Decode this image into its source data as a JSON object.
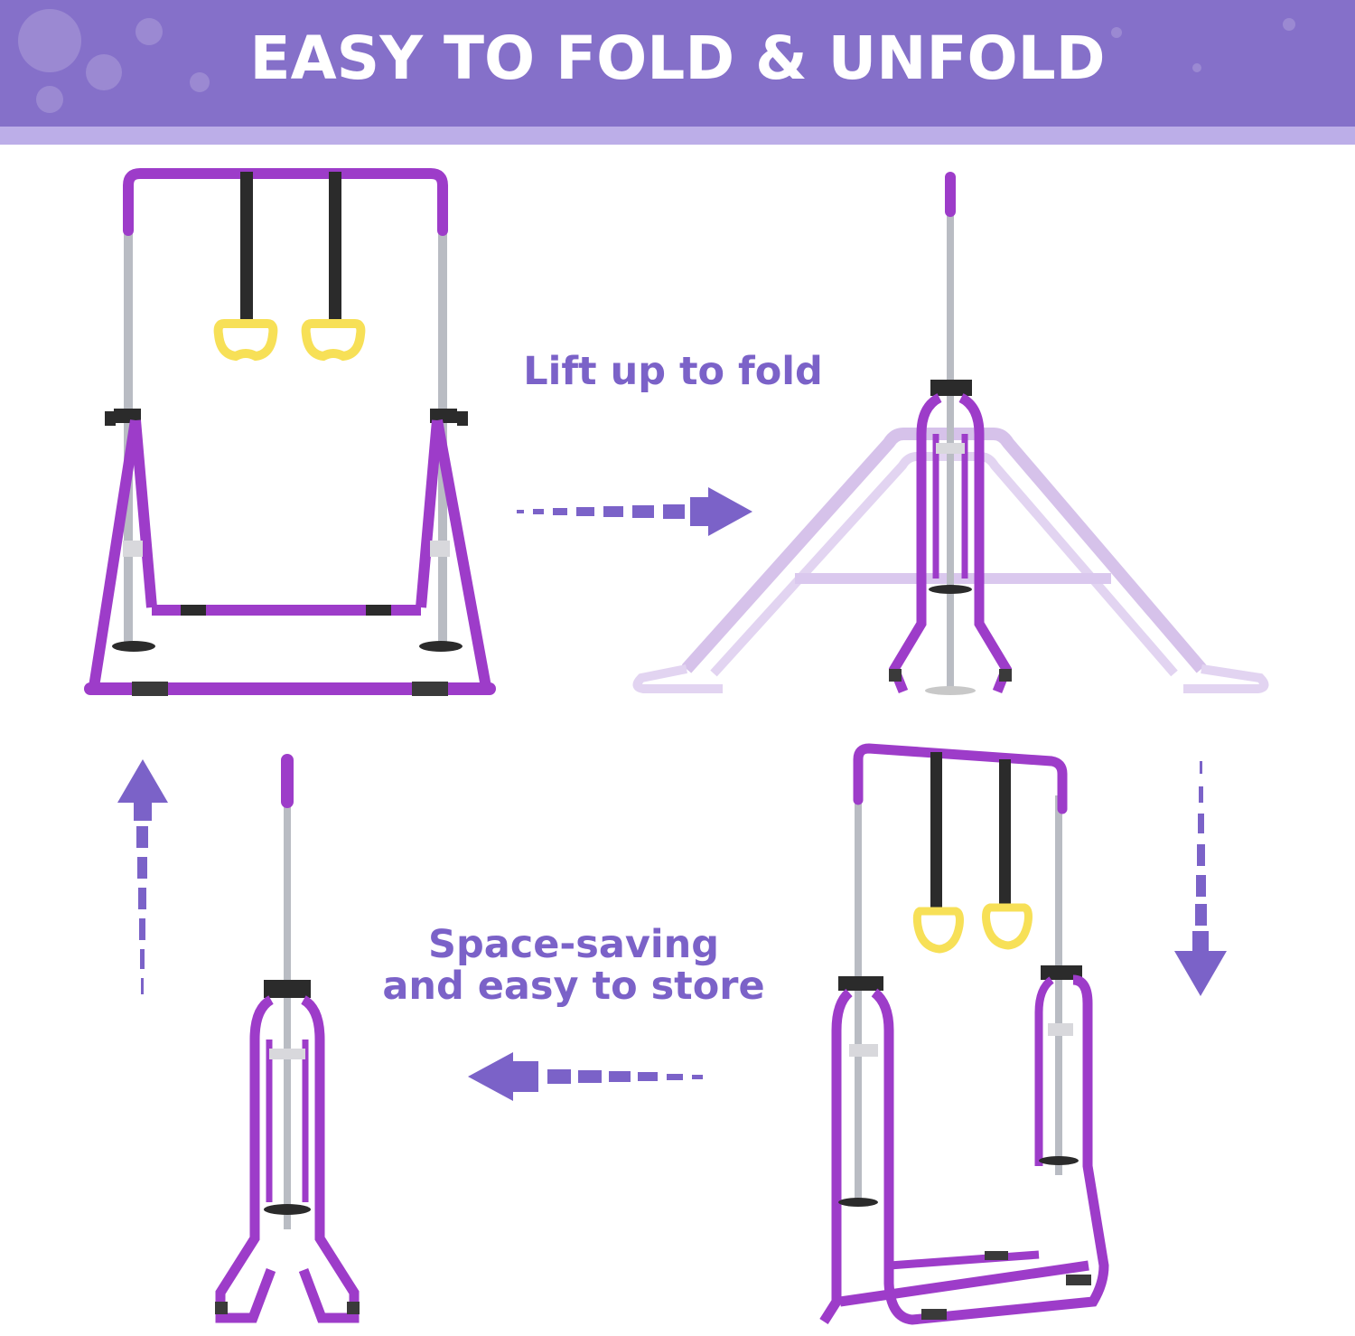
{
  "banner": {
    "title": "EASY TO FOLD & UNFOLD",
    "background_color": "#8570c9",
    "strip_color": "#bcaee8"
  },
  "steps": {
    "fold_caption": "Lift up to fold",
    "store_caption_line1": "Space-saving",
    "store_caption_line2": "and easy to store"
  },
  "colors": {
    "frame_purple": "#9d3cc9",
    "frame_ghost": "#d6c2ea",
    "steel": "#b9bcc3",
    "ring_yellow": "#f7e057",
    "strap_black": "#2b2b2b",
    "arrow_purple": "#7b62c8",
    "caption_purple": "#7b62c8"
  },
  "icons": {
    "arrow_right": "arrow-right-icon",
    "arrow_down": "arrow-down-icon",
    "arrow_left": "arrow-left-icon",
    "arrow_up": "arrow-up-icon"
  }
}
